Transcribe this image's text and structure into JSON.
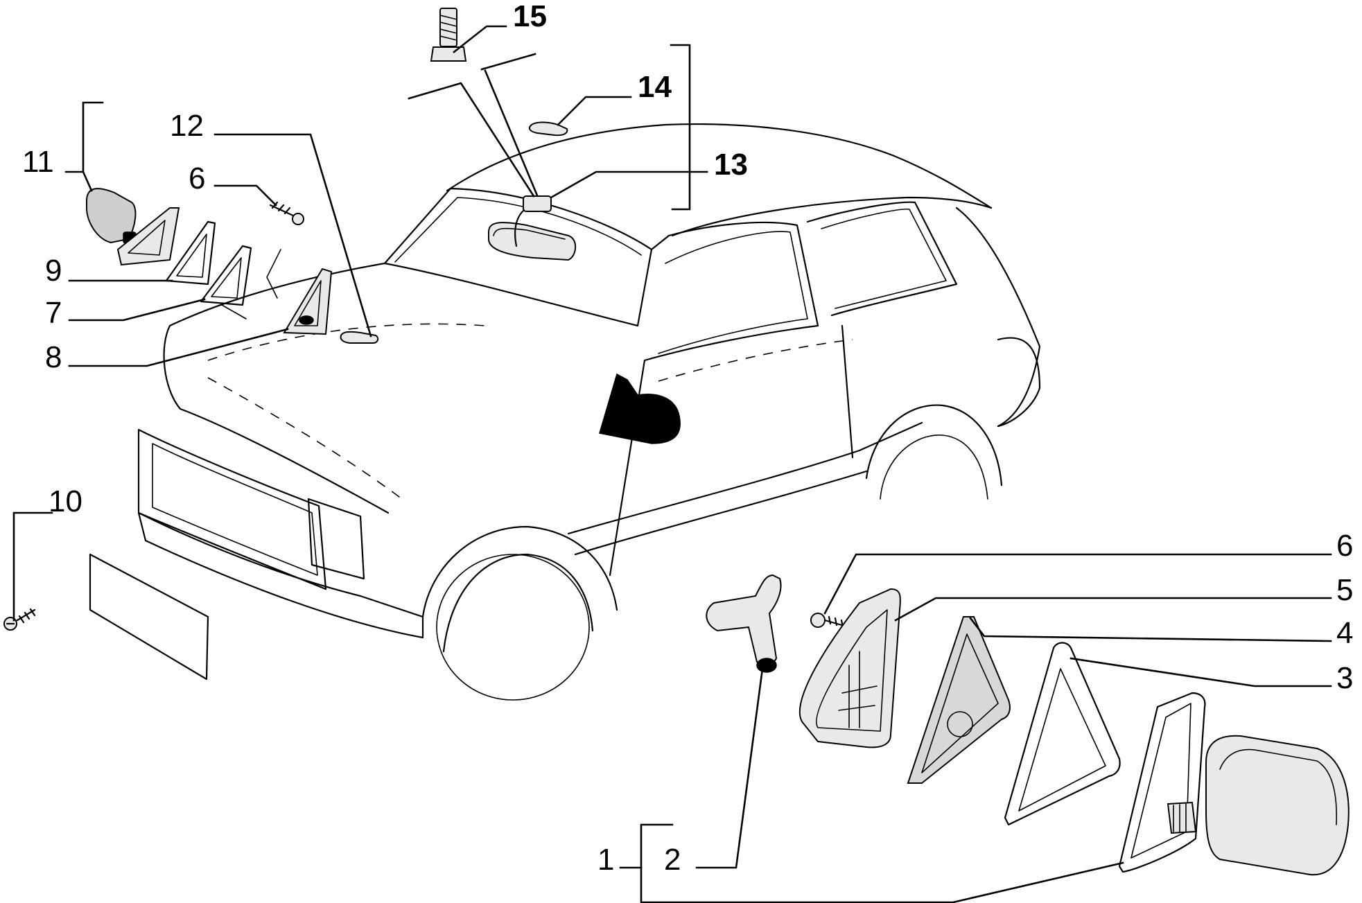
{
  "diagram": {
    "callouts": {
      "c1": "1",
      "c2": "2",
      "c3": "3",
      "c4": "4",
      "c5": "5",
      "c6_right": "6",
      "c6_left": "6",
      "c7": "7",
      "c8": "8",
      "c9": "9",
      "c10": "10",
      "c11": "11",
      "c12": "12",
      "c13": "13",
      "c14": "14",
      "c15": "15"
    }
  }
}
